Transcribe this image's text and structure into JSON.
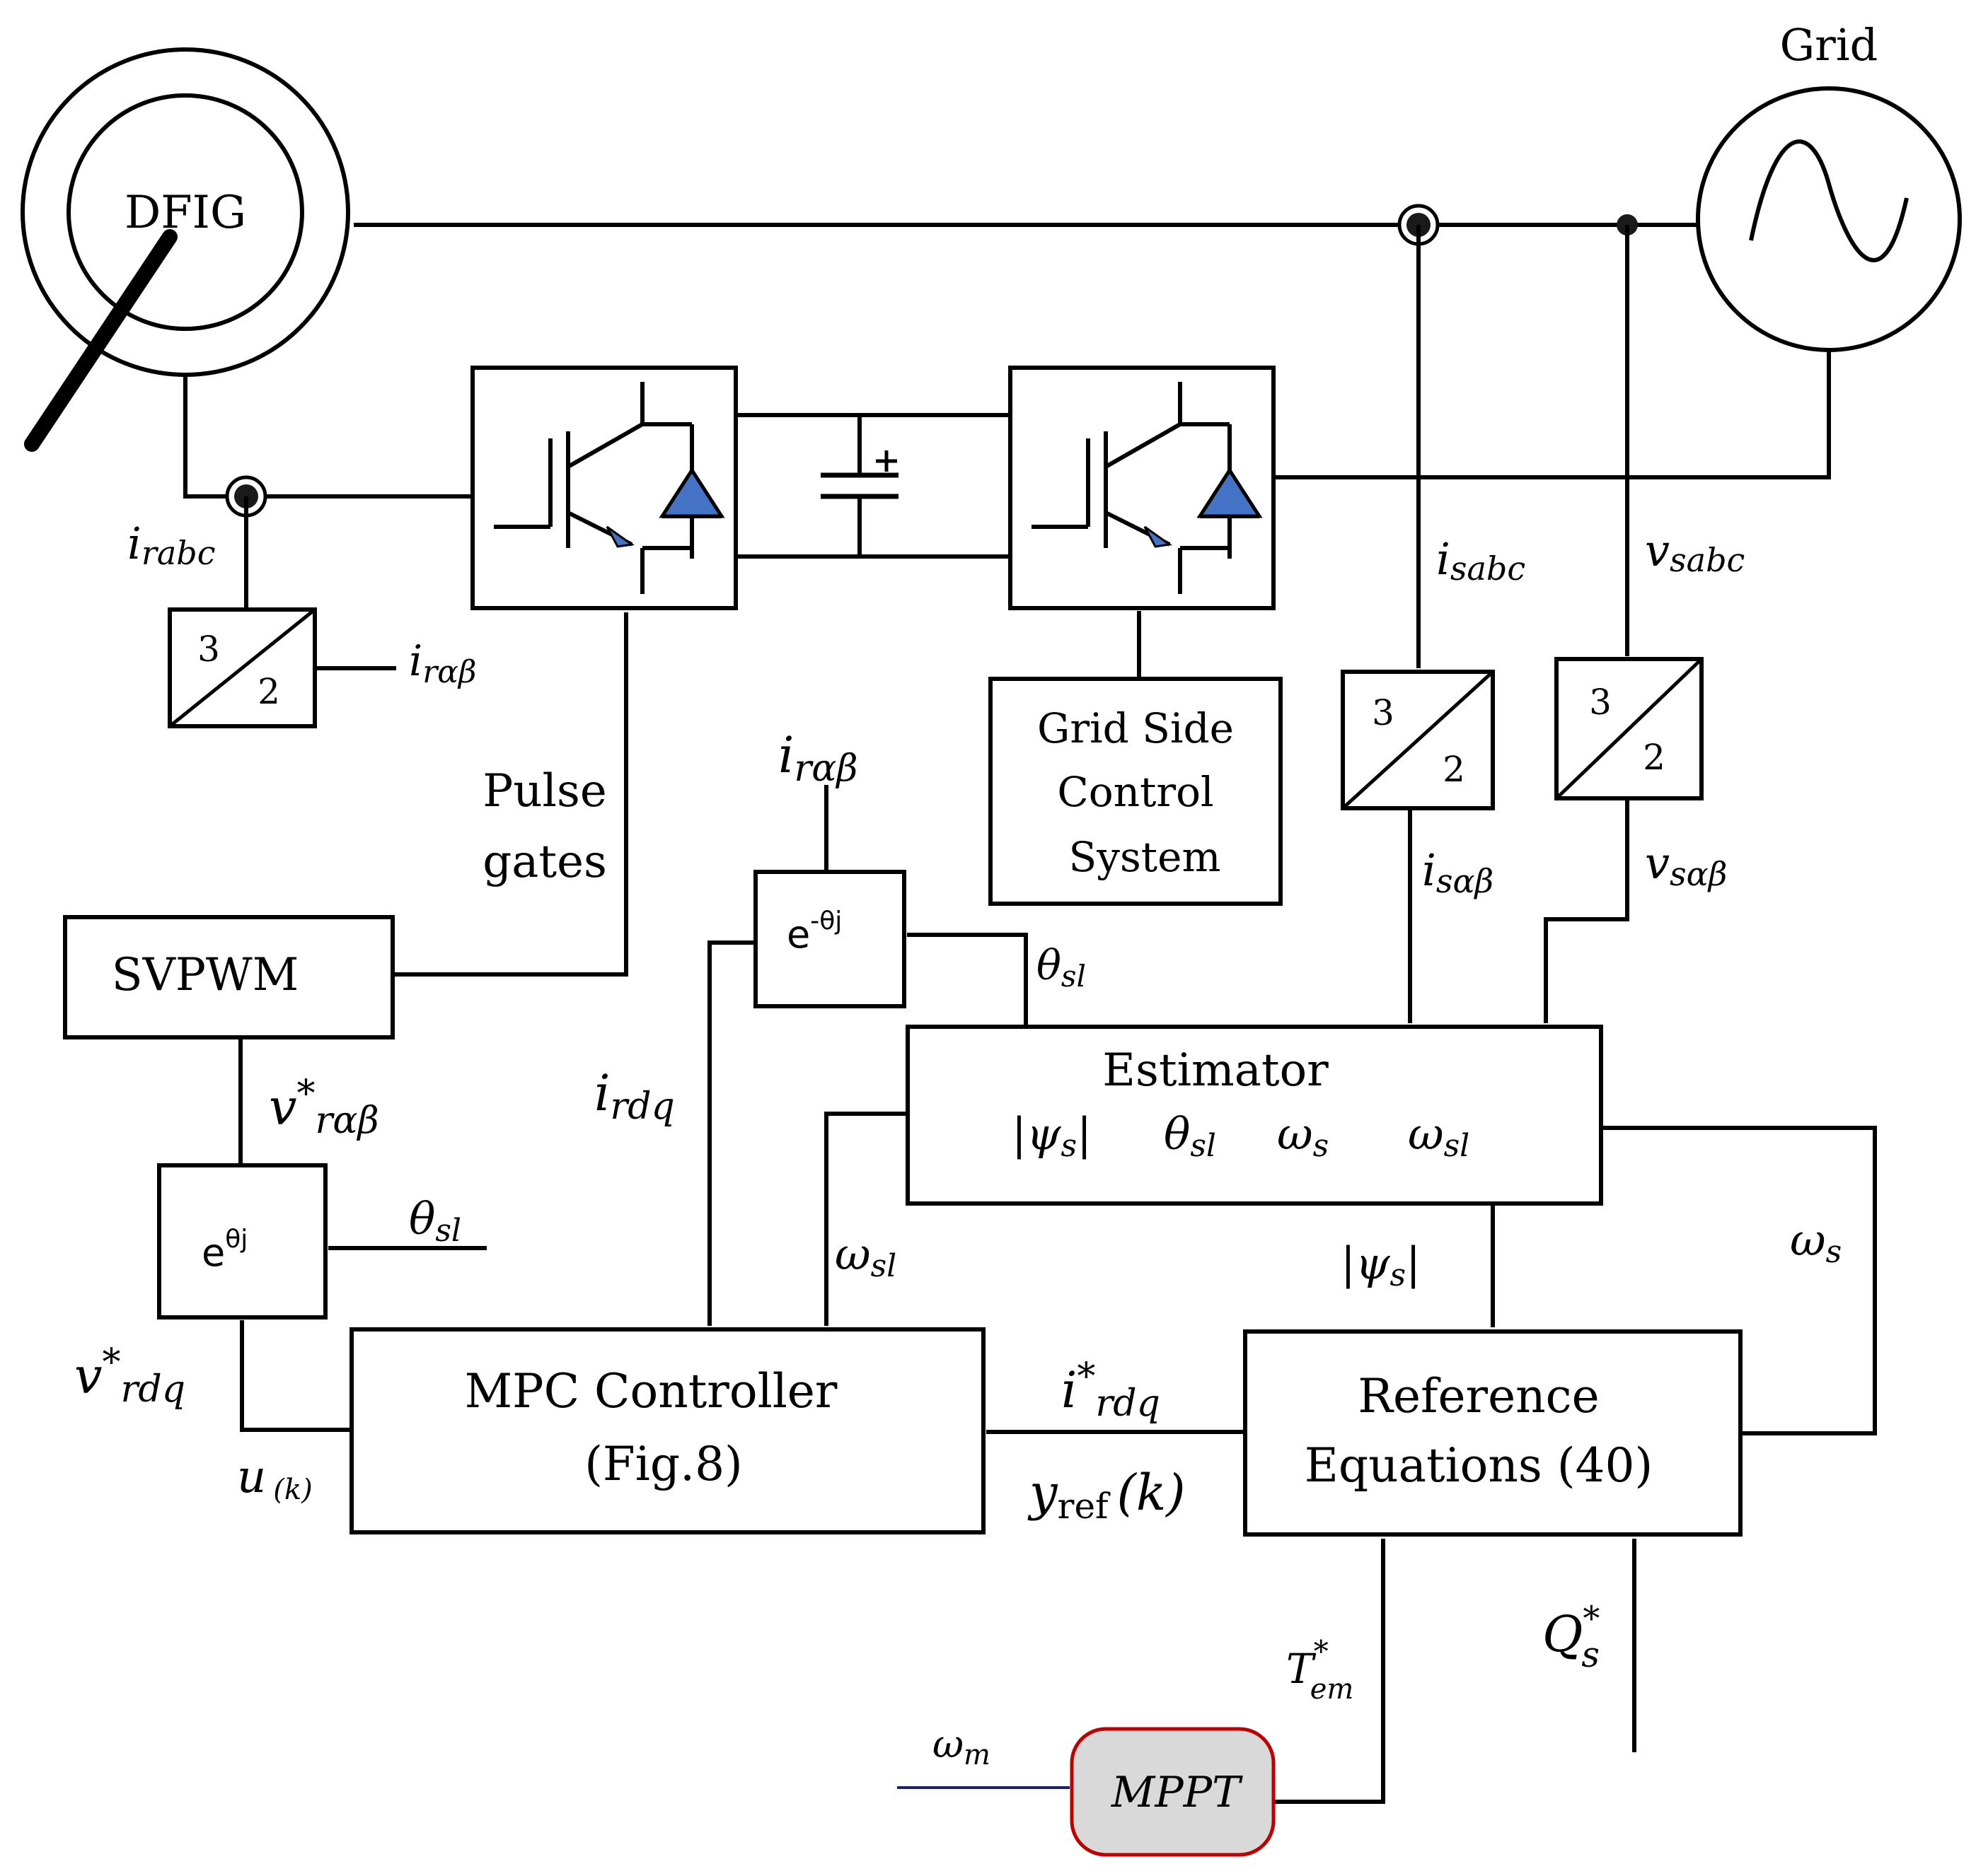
{
  "colors": {
    "line": "#000000",
    "diode_fill": "#4472C4",
    "mppt_fill": "#d9d9d9",
    "mppt_border": "#c00000",
    "omega_m_arrow": "#1f1f6b"
  },
  "icons": [
    "generator-icon",
    "ac-source-icon",
    "igbt-icon",
    "capacitor-icon",
    "transform-3-2-icon"
  ],
  "labels": {
    "grid": "Grid",
    "dfig": "DFIG",
    "i_rabc_main": "i",
    "i_rabc_sub": "rabc",
    "i_ralphabeta_out_main": "i",
    "i_ralphabeta_out_sub": "rαβ",
    "i_sabc_main": "i",
    "i_sabc_sub": "sabc",
    "v_sabc_main": "v",
    "v_sabc_sub": "sabc",
    "pulse_gates_1": "Pulse",
    "pulse_gates_2": "gates",
    "grid_side_1": "Grid Side",
    "grid_side_2": "Control",
    "grid_side_3": "System",
    "i_ralphabeta_in_main": "i",
    "i_ralphabeta_in_sub": "rαβ",
    "i_salphabeta_main": "i",
    "i_salphabeta_sub": "sαβ",
    "v_salphabeta_main": "v",
    "v_salphabeta_sub": "sαβ",
    "svpwm": "SVPWM",
    "e_neg_base": "e",
    "e_neg_sup": "-θj",
    "theta_sl_top_main": "θ",
    "theta_sl_top_sub": "sl",
    "estimator": "Estimator",
    "est_psi": "|ψ",
    "est_psi_sub": "s",
    "est_psi_end": "|",
    "est_theta": "θ",
    "est_theta_sub": "sl",
    "est_omega_s": "ω",
    "est_omega_s_sub": "s",
    "est_omega_sl": "ω",
    "est_omega_sl_sub": "sl",
    "v_ref_ab_main": "v",
    "v_ref_ab_sup": "*",
    "v_ref_ab_sub": "rαβ",
    "i_rdq_main": "i",
    "i_rdq_sub": "rdq",
    "e_pos_base": "e",
    "e_pos_sup": "θj",
    "theta_sl_left_main": "θ",
    "theta_sl_left_sub": "sl",
    "omega_sl_main": "ω",
    "omega_sl_sub": "sl",
    "psi_s_main": "|ψ",
    "psi_s_sub": "s",
    "psi_s_end": "|",
    "omega_s_right_main": "ω",
    "omega_s_right_sub": "s",
    "v_ref_dq_main": "v",
    "v_ref_dq_sup": "*",
    "v_ref_dq_sub": "rdq",
    "mpc_1": "MPC Controller",
    "mpc_2": "(Fig.8)",
    "i_ref_dq_main": "i",
    "i_ref_dq_sup": "*",
    "i_ref_dq_sub": "rdq",
    "ref_eq_1": "Reference",
    "ref_eq_2": "Equations (40)",
    "u_k_main": "u",
    "u_k_sub": "(k)",
    "y_ref_main": "y",
    "y_ref_sub": "ref",
    "y_ref_arg": "(k)",
    "t_em_main": "T",
    "t_em_sup": "*",
    "t_em_sub": "em",
    "q_s_main": "Q",
    "q_s_sup": "*",
    "q_s_sub": "s",
    "omega_m_main": "ω",
    "omega_m_sub": "m",
    "mppt": "MPPT",
    "transform_top": "3",
    "transform_bottom": "2"
  }
}
